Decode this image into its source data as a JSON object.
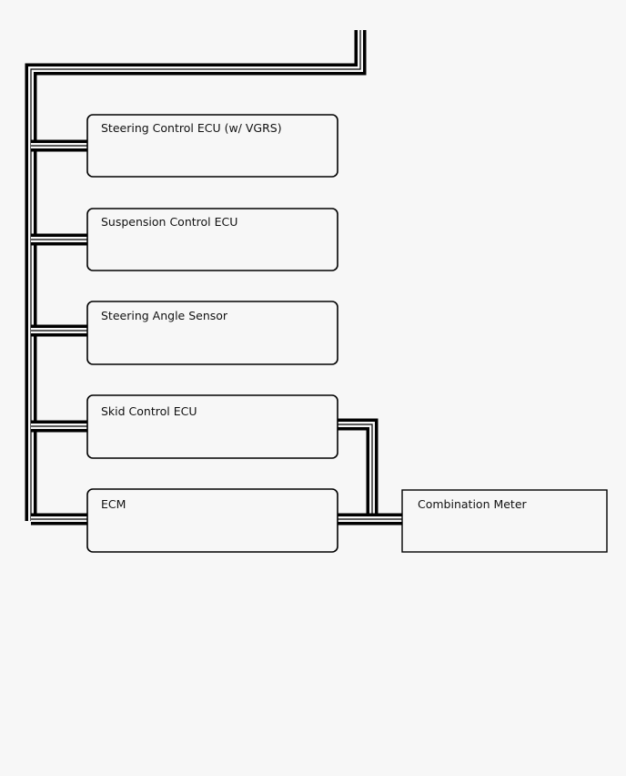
{
  "diagram": {
    "nodes": {
      "steering_control_ecu": "Steering Control ECU (w/ VGRS)",
      "suspension_control_ecu": "Suspension Control ECU",
      "steering_angle_sensor": "Steering Angle Sensor",
      "skid_control_ecu": "Skid Control ECU",
      "ecm": "ECM",
      "combination_meter": "Combination Meter"
    }
  },
  "colors": {
    "background": "#f7f7f7",
    "line": "#000000",
    "box_border": "#000000",
    "box_fill": "#f7f7f7"
  }
}
